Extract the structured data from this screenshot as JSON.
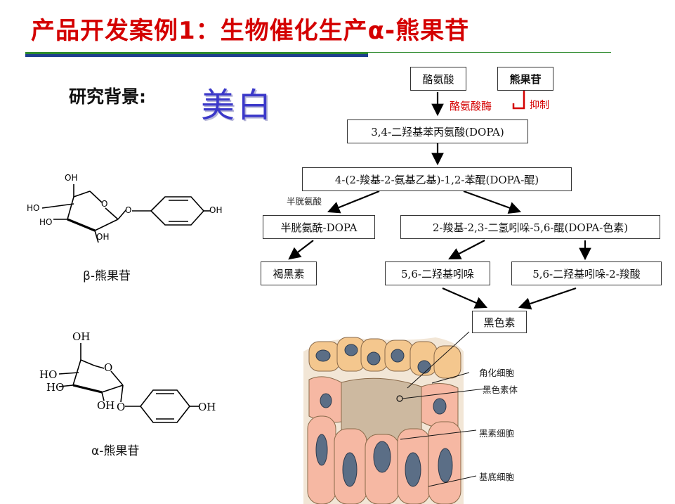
{
  "title": "产品开发案例1：生物催化生产α-熊果苷",
  "research": {
    "label": "研究背景:",
    "topic": "美白"
  },
  "structures": {
    "beta": {
      "caption": "β-熊果苷",
      "atoms": {
        "oh_top": "OH",
        "o_ring": "O",
        "o_link": "O",
        "oh_right": "OH",
        "ho1": "HO",
        "ho2": "HO",
        "oh_bottom": "OH"
      }
    },
    "alpha": {
      "caption": "α-熊果苷",
      "atoms": {
        "oh_top": "OH",
        "o_ring": "O",
        "ho1": "HO",
        "ho2": "HO",
        "oh_bottom": "OH",
        "o_link": "O",
        "oh_right": "OH"
      }
    }
  },
  "pathway": {
    "tyrosine": "酪氨酸",
    "arbutin": "熊果苷",
    "enzyme": "酪氨酸酶",
    "inhibit": "抑制",
    "dopa": "3,4-二羟基苯丙氨酸(DOPA)",
    "dopaquinone": "4-(2-羧基-2-氨基乙基)-1,2-苯醌(DOPA-醌)",
    "cysteine": "半胱氨酸",
    "cysteinyl_dopa": "半胱氨酰-DOPA",
    "dopachrome": "2-羧基-2,3-二氢吲哚-5,6-醌(DOPA-色素)",
    "pheomelanin": "褐黑素",
    "dhi": "5,6-二羟基吲哚",
    "dhica": "5,6-二羟基吲哚-2-羧酸",
    "melanin": "黑色素"
  },
  "skin_labels": {
    "keratinocyte": "角化细胞",
    "melanosome": "黑色素体",
    "melanocyte": "黑素细胞",
    "basal": "基底细胞"
  },
  "colors": {
    "title": "#d40000",
    "accent_blue": "#3b38c9",
    "rule_green": "#2e8b2e",
    "rule_blue": "#1f3f8f"
  }
}
